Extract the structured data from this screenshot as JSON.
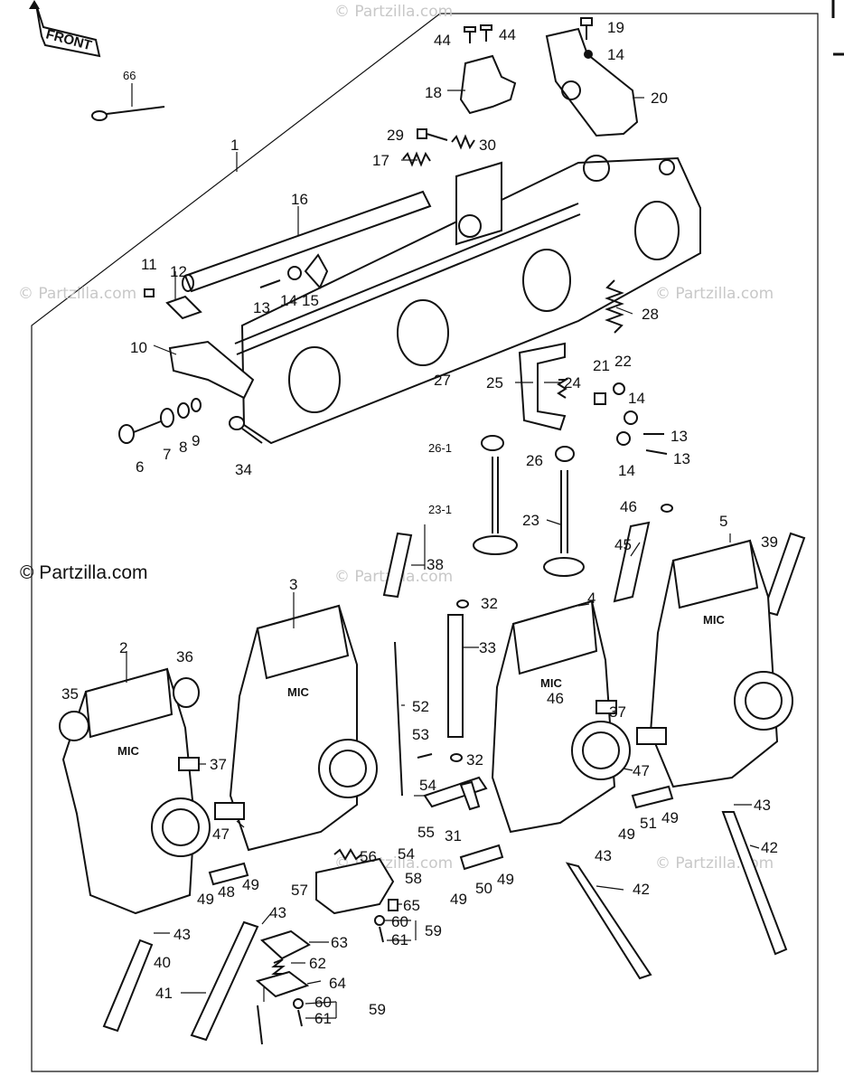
{
  "front_badge": "FRONT",
  "watermarks": {
    "main": "© Partzilla.com",
    "faint": "© Partzilla.com"
  },
  "callouts": [
    {
      "id": "c66",
      "text": "66"
    },
    {
      "id": "c1",
      "text": "1"
    },
    {
      "id": "c44a",
      "text": "44"
    },
    {
      "id": "c44b",
      "text": "44"
    },
    {
      "id": "c19",
      "text": "19"
    },
    {
      "id": "c14a",
      "text": "14"
    },
    {
      "id": "c18",
      "text": "18"
    },
    {
      "id": "c20",
      "text": "20"
    },
    {
      "id": "c29",
      "text": "29"
    },
    {
      "id": "c30",
      "text": "30"
    },
    {
      "id": "c17",
      "text": "17"
    },
    {
      "id": "c16",
      "text": "16"
    },
    {
      "id": "c11",
      "text": "11"
    },
    {
      "id": "c12",
      "text": "12"
    },
    {
      "id": "c13a",
      "text": "13"
    },
    {
      "id": "c14b",
      "text": "14"
    },
    {
      "id": "c15",
      "text": "15"
    },
    {
      "id": "c28",
      "text": "28"
    },
    {
      "id": "c10",
      "text": "10"
    },
    {
      "id": "c21",
      "text": "21"
    },
    {
      "id": "c22",
      "text": "22"
    },
    {
      "id": "c25",
      "text": "25"
    },
    {
      "id": "c24",
      "text": "24"
    },
    {
      "id": "c14c",
      "text": "14"
    },
    {
      "id": "c27",
      "text": "27"
    },
    {
      "id": "c13b",
      "text": "13"
    },
    {
      "id": "c13c",
      "text": "13"
    },
    {
      "id": "c6",
      "text": "6"
    },
    {
      "id": "c7",
      "text": "7"
    },
    {
      "id": "c8",
      "text": "8"
    },
    {
      "id": "c9",
      "text": "9"
    },
    {
      "id": "c34",
      "text": "34"
    },
    {
      "id": "c14d",
      "text": "14"
    },
    {
      "id": "c26_1",
      "text": "26-1"
    },
    {
      "id": "c26",
      "text": "26"
    },
    {
      "id": "c23_1",
      "text": "23-1"
    },
    {
      "id": "c23",
      "text": "23"
    },
    {
      "id": "c46a",
      "text": "46"
    },
    {
      "id": "c5",
      "text": "5"
    },
    {
      "id": "c39",
      "text": "39"
    },
    {
      "id": "c45",
      "text": "45"
    },
    {
      "id": "c38",
      "text": "38"
    },
    {
      "id": "c3",
      "text": "3"
    },
    {
      "id": "c32a",
      "text": "32"
    },
    {
      "id": "c4",
      "text": "4"
    },
    {
      "id": "c2",
      "text": "2"
    },
    {
      "id": "c36",
      "text": "36"
    },
    {
      "id": "c33",
      "text": "33"
    },
    {
      "id": "c35",
      "text": "35"
    },
    {
      "id": "c46b",
      "text": "46"
    },
    {
      "id": "c37a",
      "text": "37"
    },
    {
      "id": "c52",
      "text": "52"
    },
    {
      "id": "c37b",
      "text": "37"
    },
    {
      "id": "c53",
      "text": "53"
    },
    {
      "id": "c32b",
      "text": "32"
    },
    {
      "id": "c47a",
      "text": "47"
    },
    {
      "id": "c54a",
      "text": "54"
    },
    {
      "id": "c47b",
      "text": "47"
    },
    {
      "id": "c43a",
      "text": "43"
    },
    {
      "id": "c55",
      "text": "55"
    },
    {
      "id": "c31",
      "text": "31"
    },
    {
      "id": "c49a",
      "text": "49"
    },
    {
      "id": "c51",
      "text": "51"
    },
    {
      "id": "c49b",
      "text": "49"
    },
    {
      "id": "c56",
      "text": "56"
    },
    {
      "id": "c54b",
      "text": "54"
    },
    {
      "id": "c43b",
      "text": "43"
    },
    {
      "id": "c42a",
      "text": "42"
    },
    {
      "id": "c49c",
      "text": "49"
    },
    {
      "id": "c48",
      "text": "48"
    },
    {
      "id": "c49d",
      "text": "49"
    },
    {
      "id": "c57",
      "text": "57"
    },
    {
      "id": "c58",
      "text": "58"
    },
    {
      "id": "c49e",
      "text": "49"
    },
    {
      "id": "c50",
      "text": "50"
    },
    {
      "id": "c49f",
      "text": "49"
    },
    {
      "id": "c42b",
      "text": "42"
    },
    {
      "id": "c65",
      "text": "65"
    },
    {
      "id": "c43c",
      "text": "43"
    },
    {
      "id": "c60a",
      "text": "60"
    },
    {
      "id": "c59a",
      "text": "59"
    },
    {
      "id": "c61a",
      "text": "61"
    },
    {
      "id": "c43d",
      "text": "43"
    },
    {
      "id": "c63",
      "text": "63"
    },
    {
      "id": "c40",
      "text": "40"
    },
    {
      "id": "c62",
      "text": "62"
    },
    {
      "id": "c64",
      "text": "64"
    },
    {
      "id": "c41",
      "text": "41"
    },
    {
      "id": "c60b",
      "text": "60"
    },
    {
      "id": "c59b",
      "text": "59"
    },
    {
      "id": "c61b",
      "text": "61"
    }
  ],
  "carb_marks": [
    "MIC",
    "MIC",
    "MIC",
    "MIC"
  ]
}
